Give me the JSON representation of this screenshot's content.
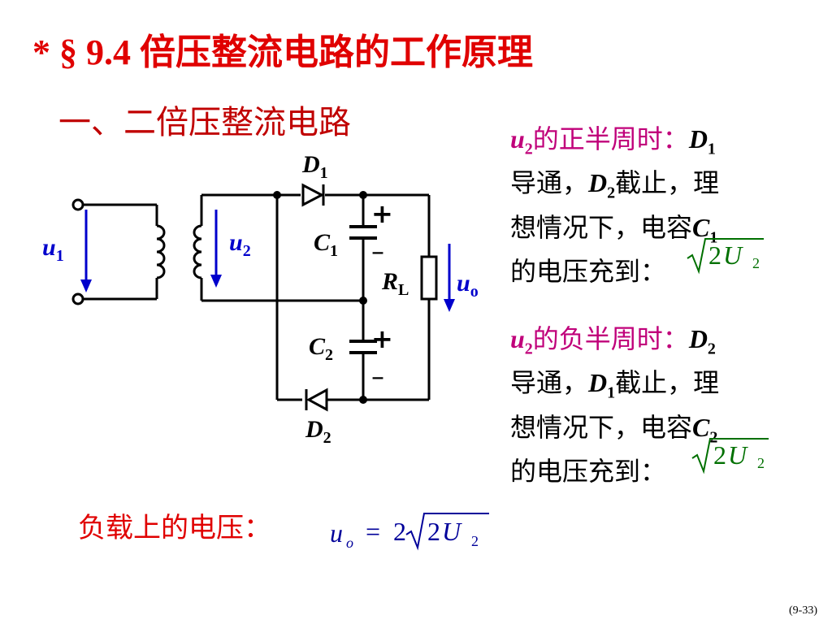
{
  "title": "* § 9.4  倍压整流电路的工作原理",
  "subtitle": "一、二倍压整流电路",
  "positive_half": {
    "u": "u",
    "u_sub": "2",
    "lead": "的正半周时：",
    "d_on": "D",
    "d_on_sub": "1",
    "t1": "导通，",
    "d_off": "D",
    "d_off_sub": "2",
    "t2": "截止，理",
    "t3": "想情况下，电容",
    "c": "C",
    "c_sub": "1",
    "t4": "的电压充到：",
    "formula_coef": "2",
    "formula_var": "U",
    "formula_sub": "2"
  },
  "negative_half": {
    "u": "u",
    "u_sub": "2",
    "lead": "的负半周时：",
    "d_on": "D",
    "d_on_sub": "2",
    "t1": "导通，",
    "d_off": "D",
    "d_off_sub": "1",
    "t2": "截止，理",
    "t3": "想情况下，电容",
    "c": "C",
    "c_sub": "2",
    "t4": "的电压充到：",
    "formula_coef": "2",
    "formula_var": "U",
    "formula_sub": "2"
  },
  "load_label": "负载上的电压：",
  "load_formula": {
    "lhs": "u",
    "lhs_sub": "o",
    "eq": "=",
    "coef": "2",
    "root_coef": "2",
    "var": "U",
    "var_sub": "2"
  },
  "circuit": {
    "u1": "u",
    "u1_sub": "1",
    "u2": "u",
    "u2_sub": "2",
    "d1": "D",
    "d1_sub": "1",
    "d2": "D",
    "d2_sub": "2",
    "c1": "C",
    "c1_sub": "1",
    "c2": "C",
    "c2_sub": "2",
    "rl": "R",
    "rl_sub": "L",
    "uo": "u",
    "uo_sub": "o",
    "plus": "+",
    "minus": "–"
  },
  "page_number": "(9-33)",
  "colors": {
    "title": "#e00000",
    "emphasis": "#c0007a",
    "formula": "#007000",
    "arrow": "#0000cc"
  }
}
